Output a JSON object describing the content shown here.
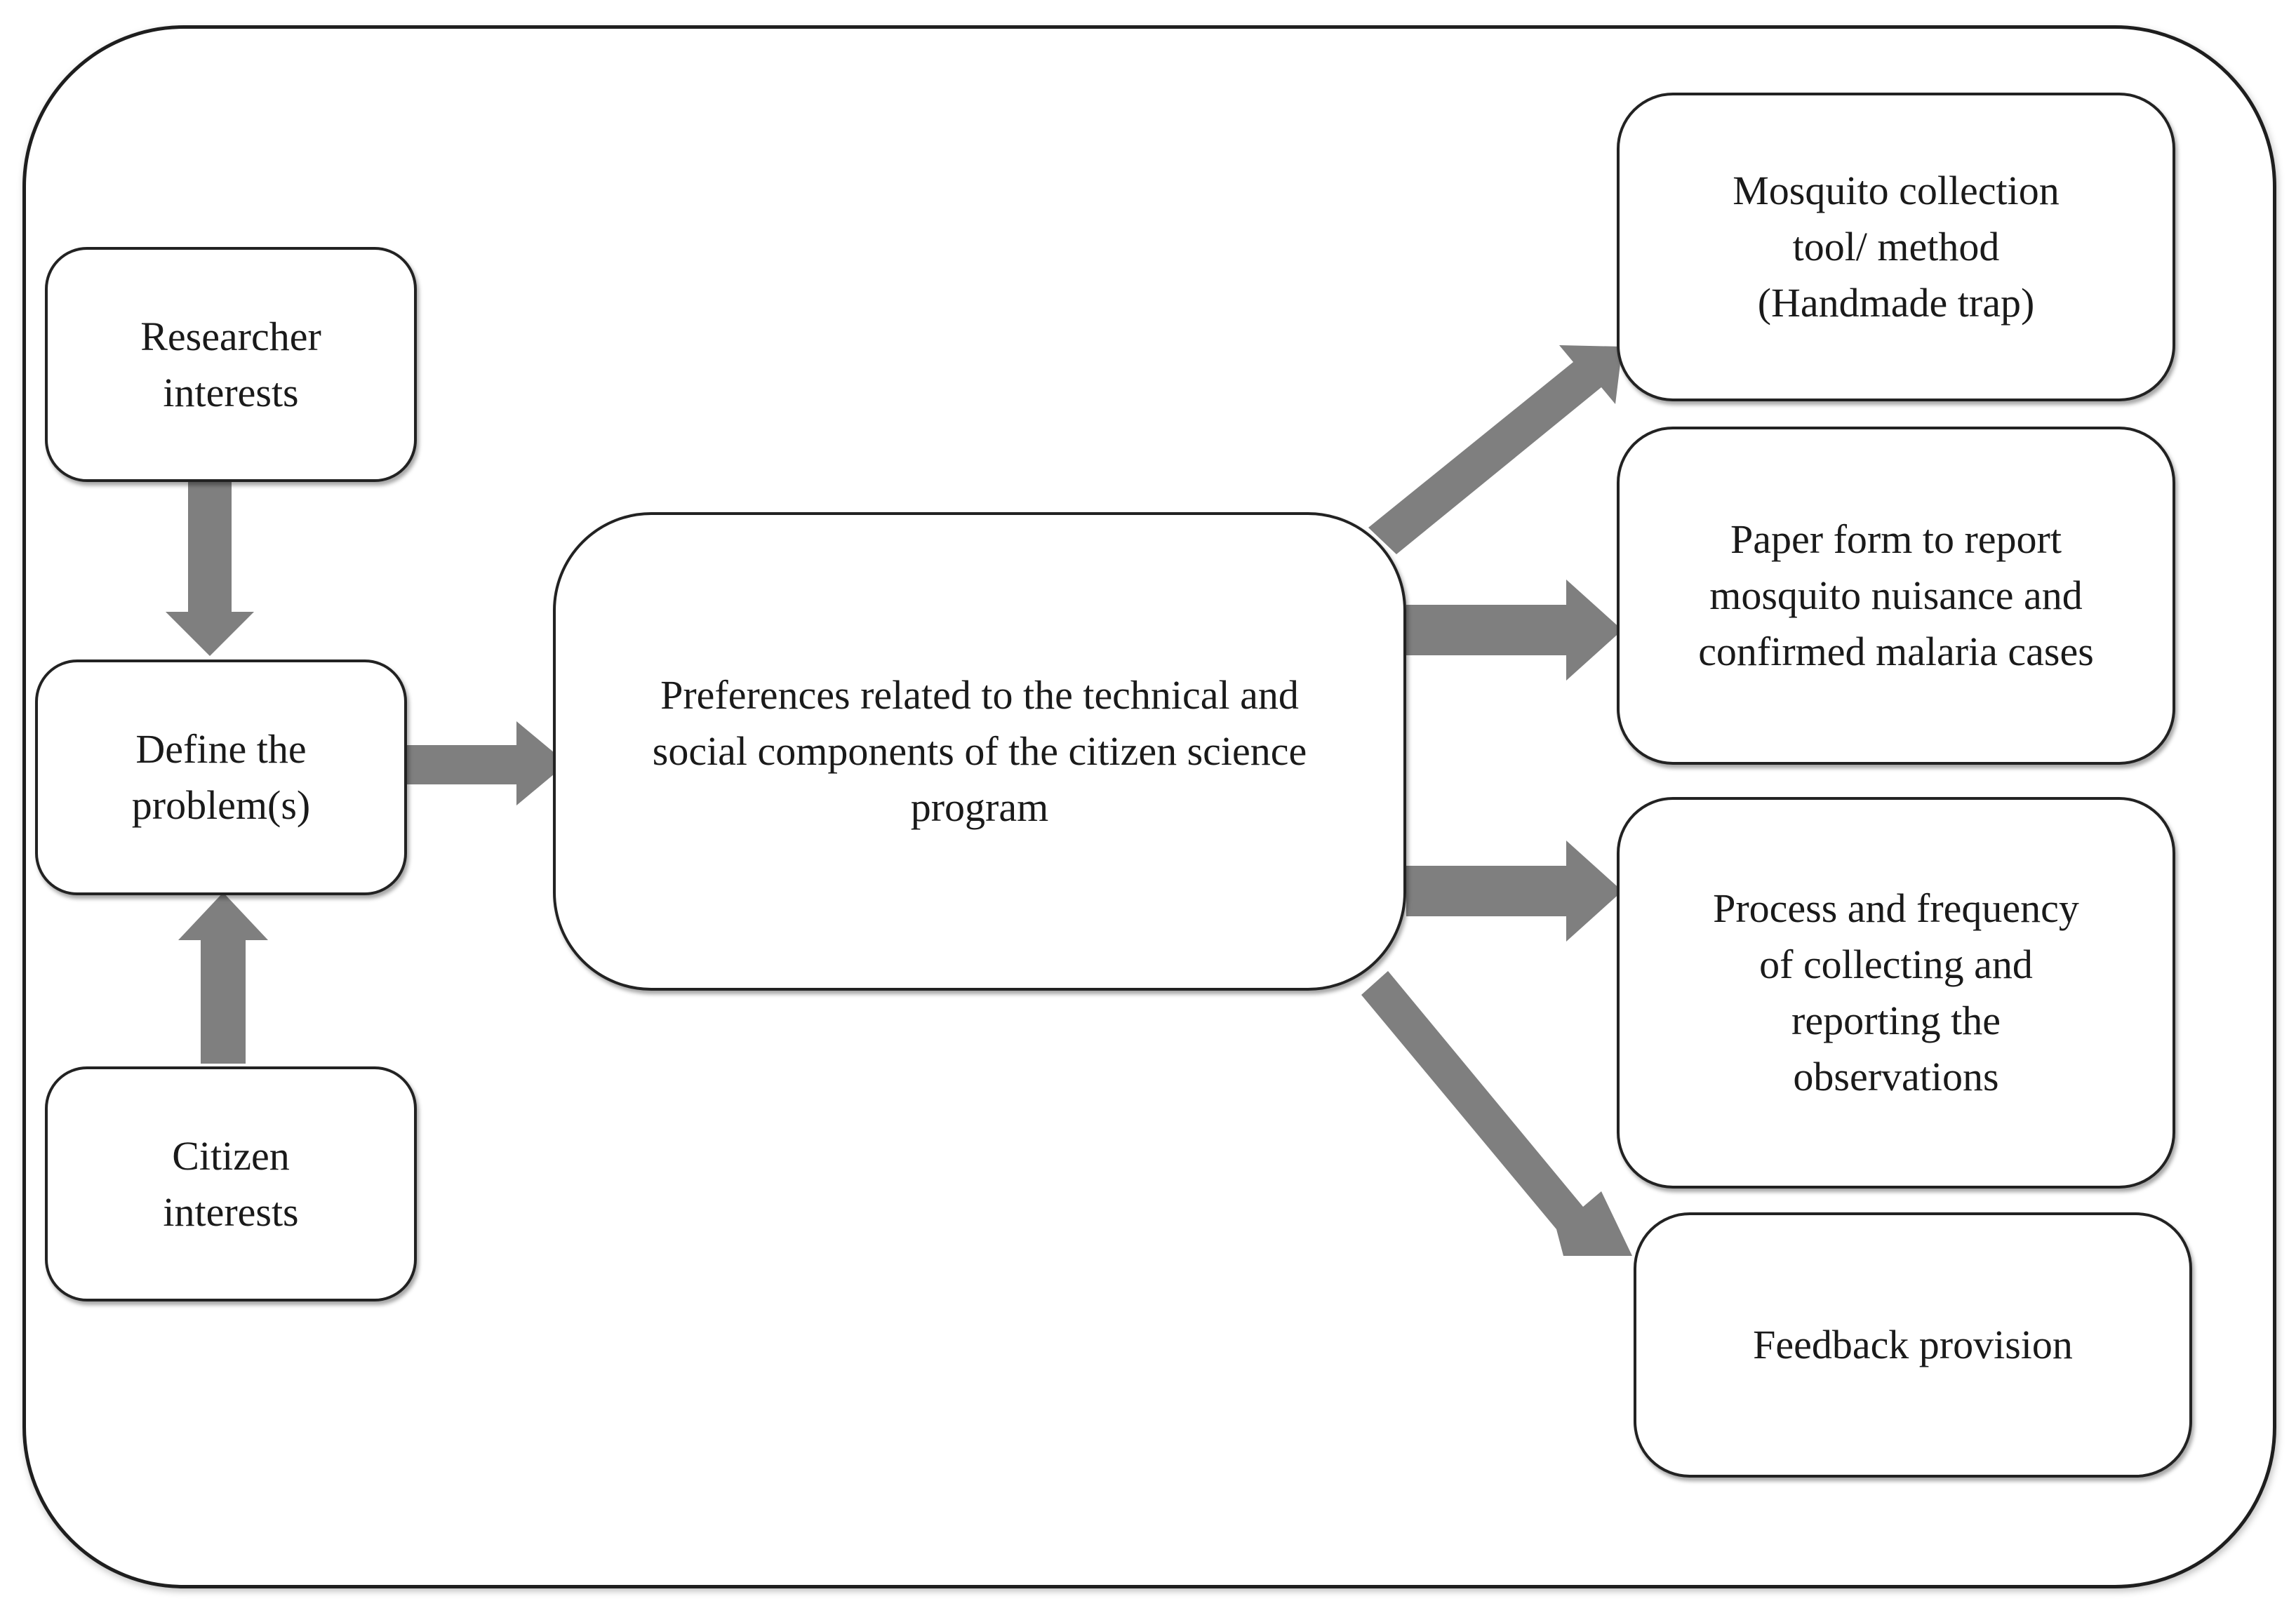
{
  "diagram": {
    "nodes": {
      "researcher_interests": "Researcher\ninterests",
      "define_problem": "Define the\nproblem(s)",
      "citizen_interests": "Citizen\ninterests",
      "preferences": "Preferences related to the technical and\nsocial components of the citizen science\nprogram",
      "mosquito_collection": "Mosquito collection\ntool/ method\n(Handmade trap)",
      "paper_form": "Paper form to report\nmosquito nuisance and\nconfirmed malaria cases",
      "process_frequency": "Process and frequency\nof collecting and\nreporting the\nobservations",
      "feedback_provision": "Feedback provision"
    },
    "edges": [
      {
        "from": "researcher_interests",
        "to": "define_problem"
      },
      {
        "from": "citizen_interests",
        "to": "define_problem"
      },
      {
        "from": "define_problem",
        "to": "preferences"
      },
      {
        "from": "preferences",
        "to": "mosquito_collection"
      },
      {
        "from": "preferences",
        "to": "paper_form"
      },
      {
        "from": "preferences",
        "to": "process_frequency"
      },
      {
        "from": "preferences",
        "to": "feedback_provision"
      }
    ],
    "colors": {
      "arrow": "#7f7f7f",
      "border": "#222222"
    }
  }
}
